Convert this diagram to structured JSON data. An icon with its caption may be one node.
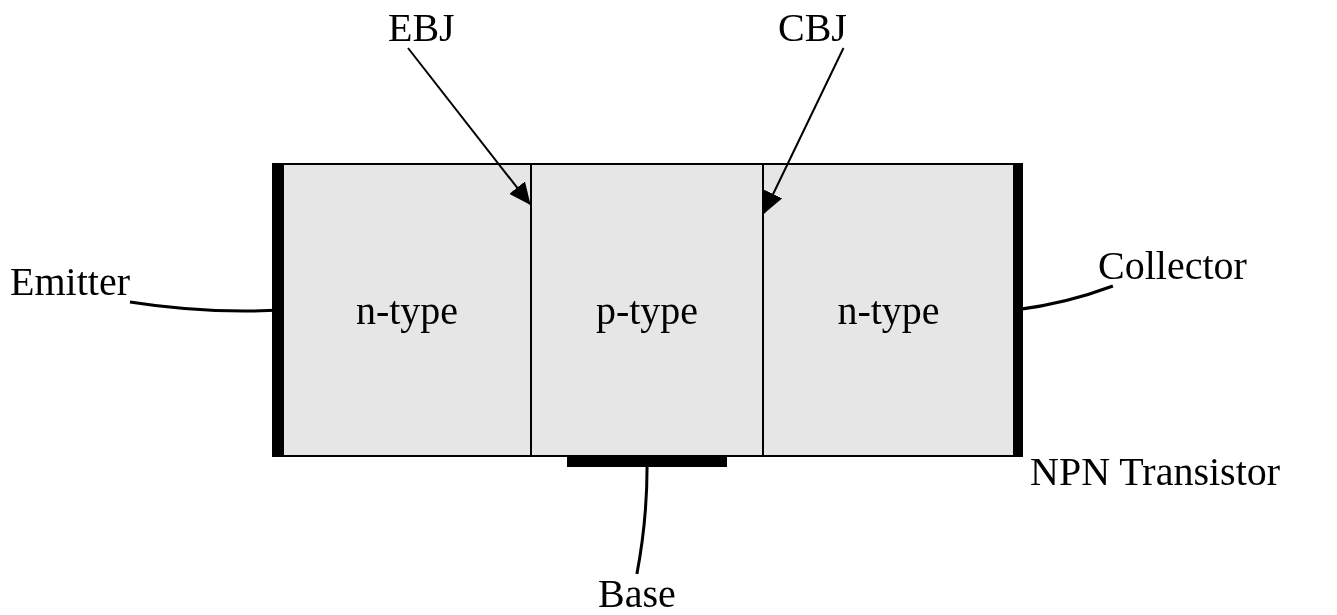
{
  "diagram": {
    "caption": "NPN Transistor",
    "nodes": [
      {
        "text": [
          "n-type"
        ]
      },
      {
        "text": [
          "p-type"
        ]
      },
      {
        "text": [
          "n-type"
        ]
      },
      {
        "text": [
          "EBJ"
        ]
      },
      {
        "text": [
          "CBJ"
        ]
      },
      {
        "text": [
          "Emitter"
        ]
      },
      {
        "text": [
          "Collector"
        ]
      },
      {
        "text": [
          "Base"
        ]
      }
    ],
    "edges": [
      {
        "from": 3,
        "to": 1,
        "arrow": "to"
      },
      {
        "from": 4,
        "to": 1,
        "arrow": "to"
      },
      {
        "from": 5,
        "to": 0,
        "arrow": "none"
      },
      {
        "from": 1,
        "to": 7,
        "arrow": "none"
      },
      {
        "from": 2,
        "to": 6,
        "arrow": "none"
      }
    ]
  }
}
